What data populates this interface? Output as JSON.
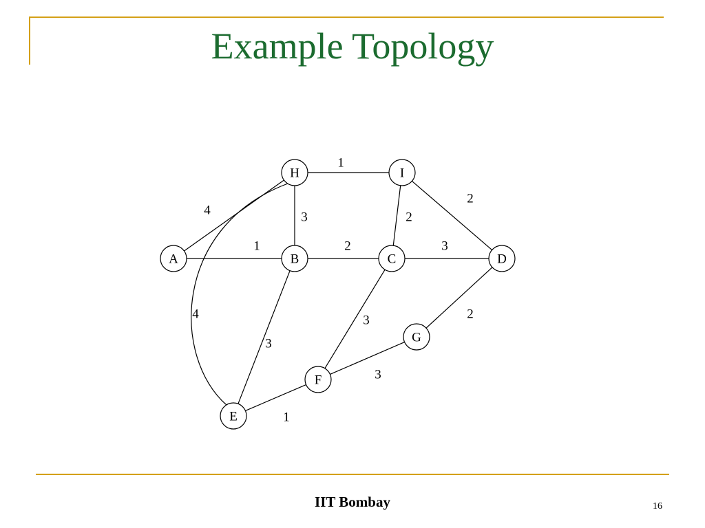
{
  "slide": {
    "title": "Example Topology",
    "footer": "IIT Bombay",
    "page_number": "16",
    "colors": {
      "title": "#1b6b2f",
      "accent_rule": "#d4a017"
    }
  },
  "graph": {
    "nodes": [
      {
        "id": "H",
        "label": "H"
      },
      {
        "id": "I",
        "label": "I"
      },
      {
        "id": "A",
        "label": "A"
      },
      {
        "id": "B",
        "label": "B"
      },
      {
        "id": "C",
        "label": "C"
      },
      {
        "id": "D",
        "label": "D"
      },
      {
        "id": "G",
        "label": "G"
      },
      {
        "id": "F",
        "label": "F"
      },
      {
        "id": "E",
        "label": "E"
      }
    ],
    "edges": [
      {
        "from": "H",
        "to": "I",
        "weight": "1"
      },
      {
        "from": "I",
        "to": "D",
        "weight": "2"
      },
      {
        "from": "H",
        "to": "A",
        "weight": "4"
      },
      {
        "from": "H",
        "to": "B",
        "weight": "3"
      },
      {
        "from": "I",
        "to": "C",
        "weight": "2"
      },
      {
        "from": "A",
        "to": "B",
        "weight": "1"
      },
      {
        "from": "B",
        "to": "C",
        "weight": "2"
      },
      {
        "from": "C",
        "to": "D",
        "weight": "3"
      },
      {
        "from": "H",
        "to": "E",
        "weight": "4"
      },
      {
        "from": "B",
        "to": "E",
        "weight": "3"
      },
      {
        "from": "C",
        "to": "F",
        "weight": "3"
      },
      {
        "from": "D",
        "to": "G",
        "weight": "2"
      },
      {
        "from": "F",
        "to": "G",
        "weight": "3"
      },
      {
        "from": "E",
        "to": "F",
        "weight": "1"
      }
    ]
  }
}
